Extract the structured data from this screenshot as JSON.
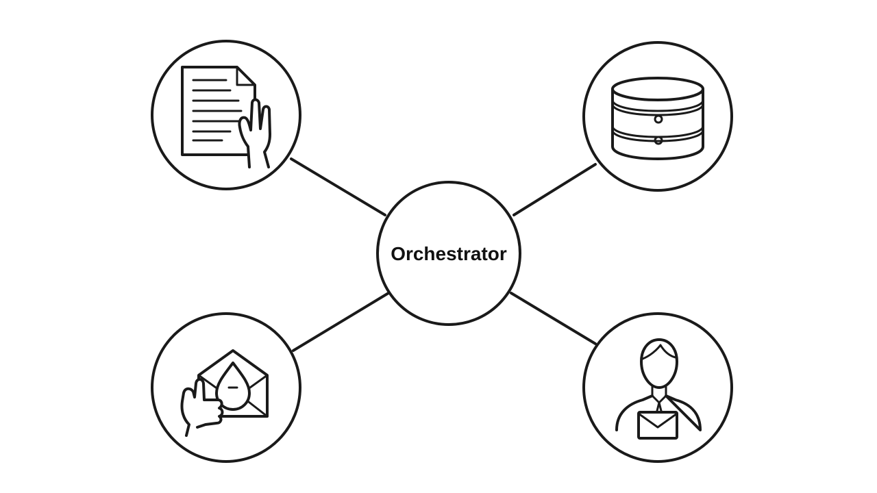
{
  "diagram": {
    "hub": {
      "label": "Orchestrator"
    },
    "nodes": [
      {
        "id": "document",
        "icon": "document-hand-icon"
      },
      {
        "id": "database",
        "icon": "database-icon"
      },
      {
        "id": "email",
        "icon": "envelope-thumbs-up-icon"
      },
      {
        "id": "user",
        "icon": "user-envelope-icon"
      }
    ],
    "colors": {
      "stroke": "#1a1a1a",
      "background": "#ffffff"
    }
  }
}
